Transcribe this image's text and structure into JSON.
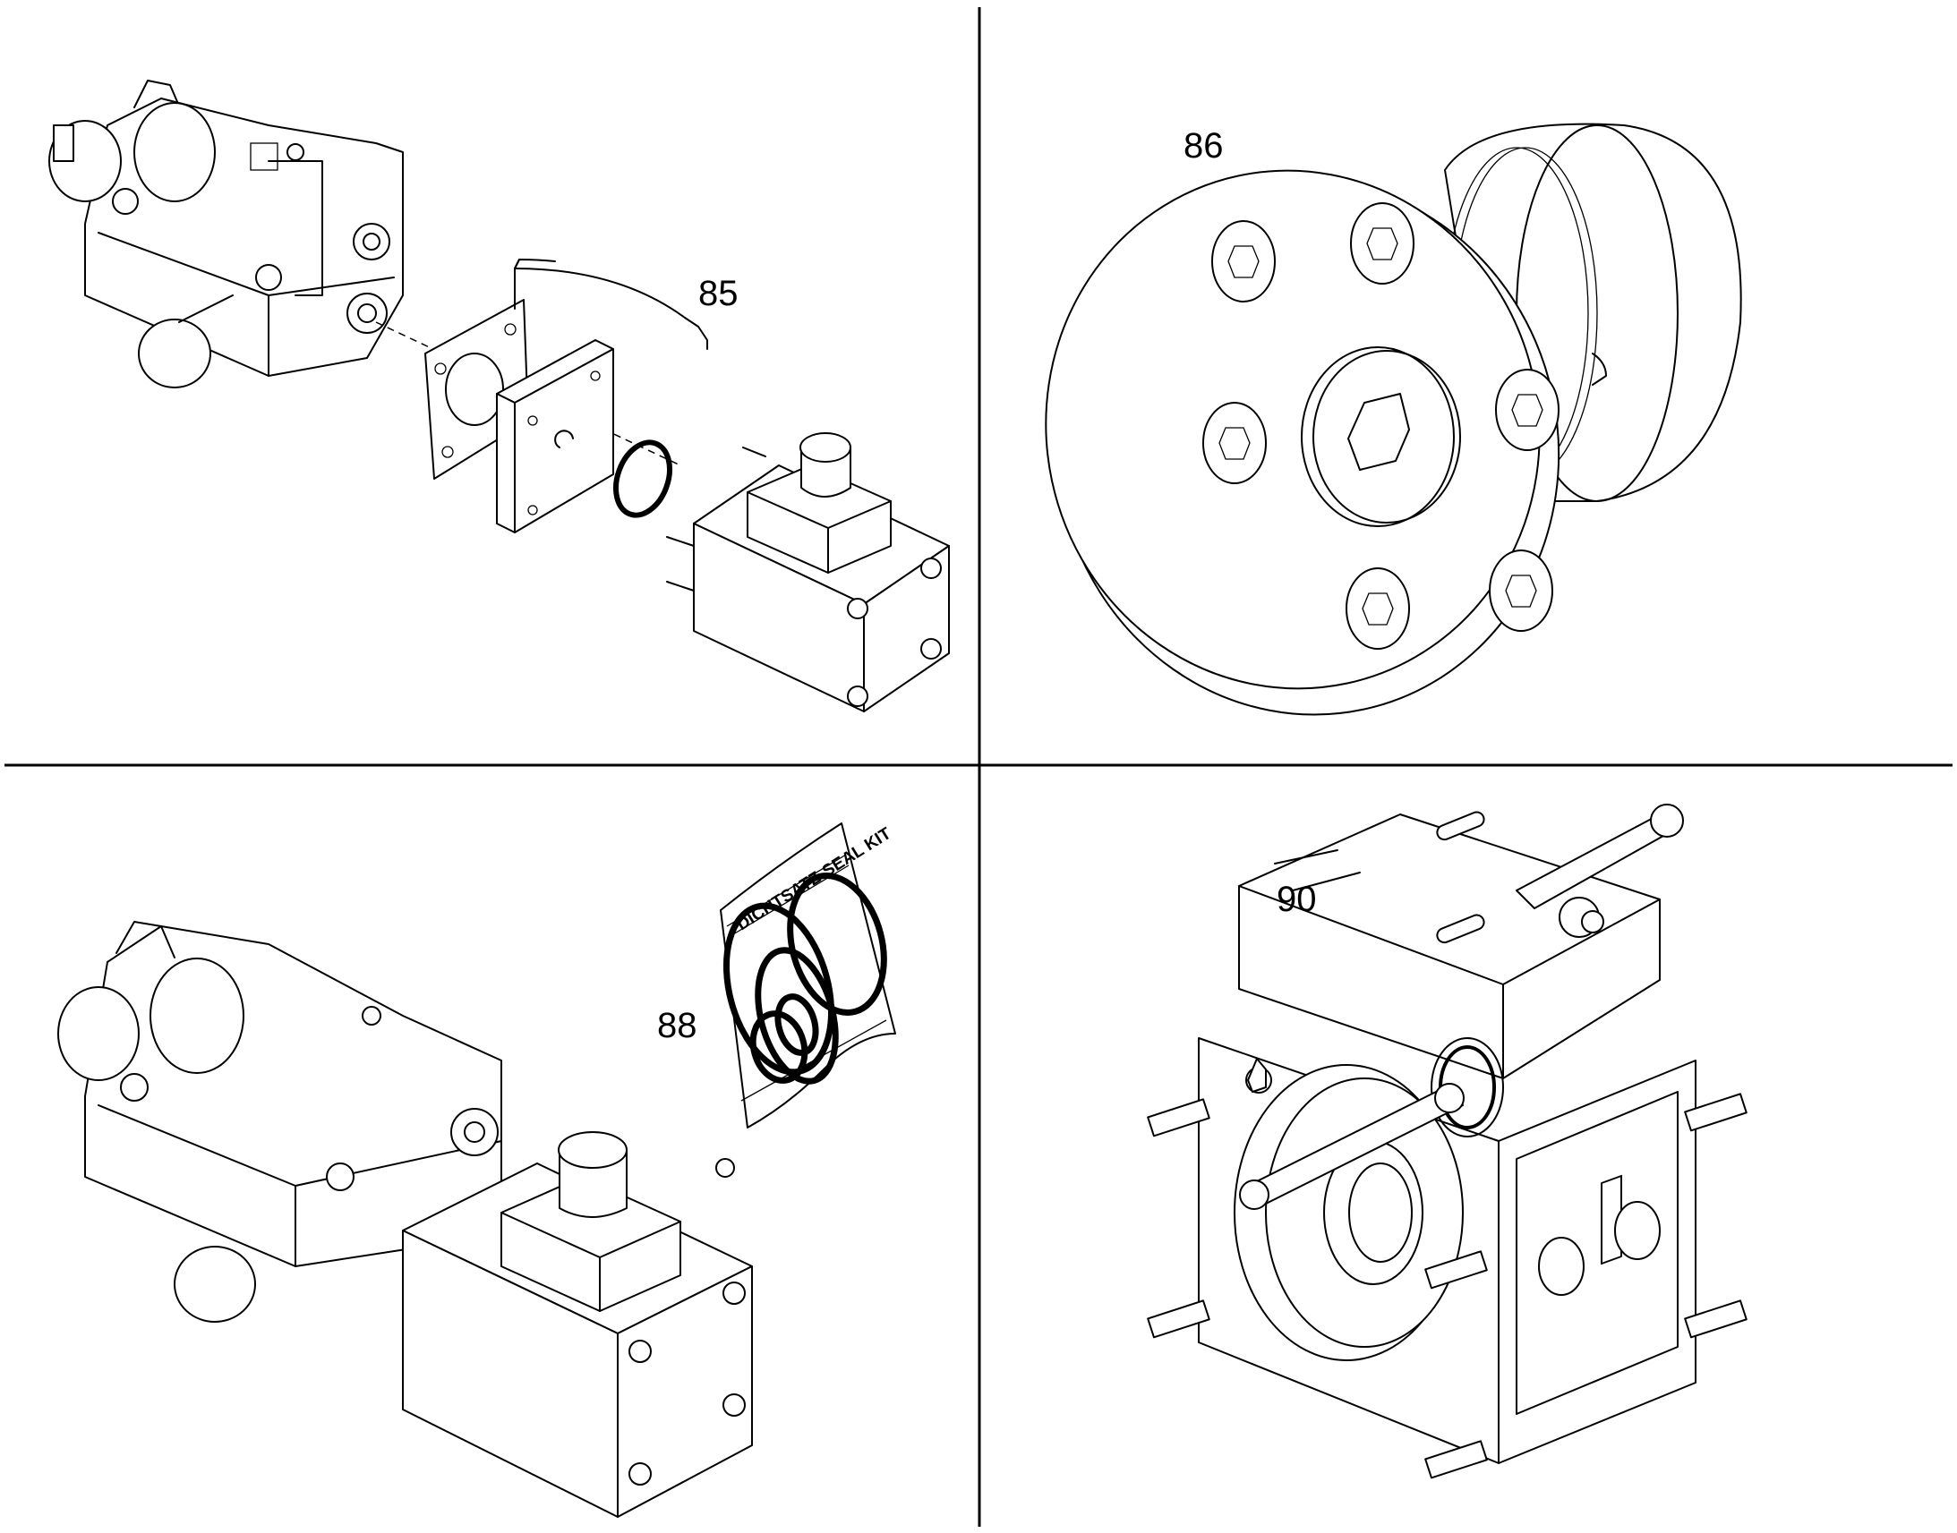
{
  "panels": [
    {
      "id": "top-left",
      "callout": "85"
    },
    {
      "id": "top-right",
      "callout": "86"
    },
    {
      "id": "bottom-left",
      "callout": "88",
      "bag_text": "DICHTSATZ-SEAL KIT"
    },
    {
      "id": "bottom-right",
      "callout": "90"
    }
  ]
}
